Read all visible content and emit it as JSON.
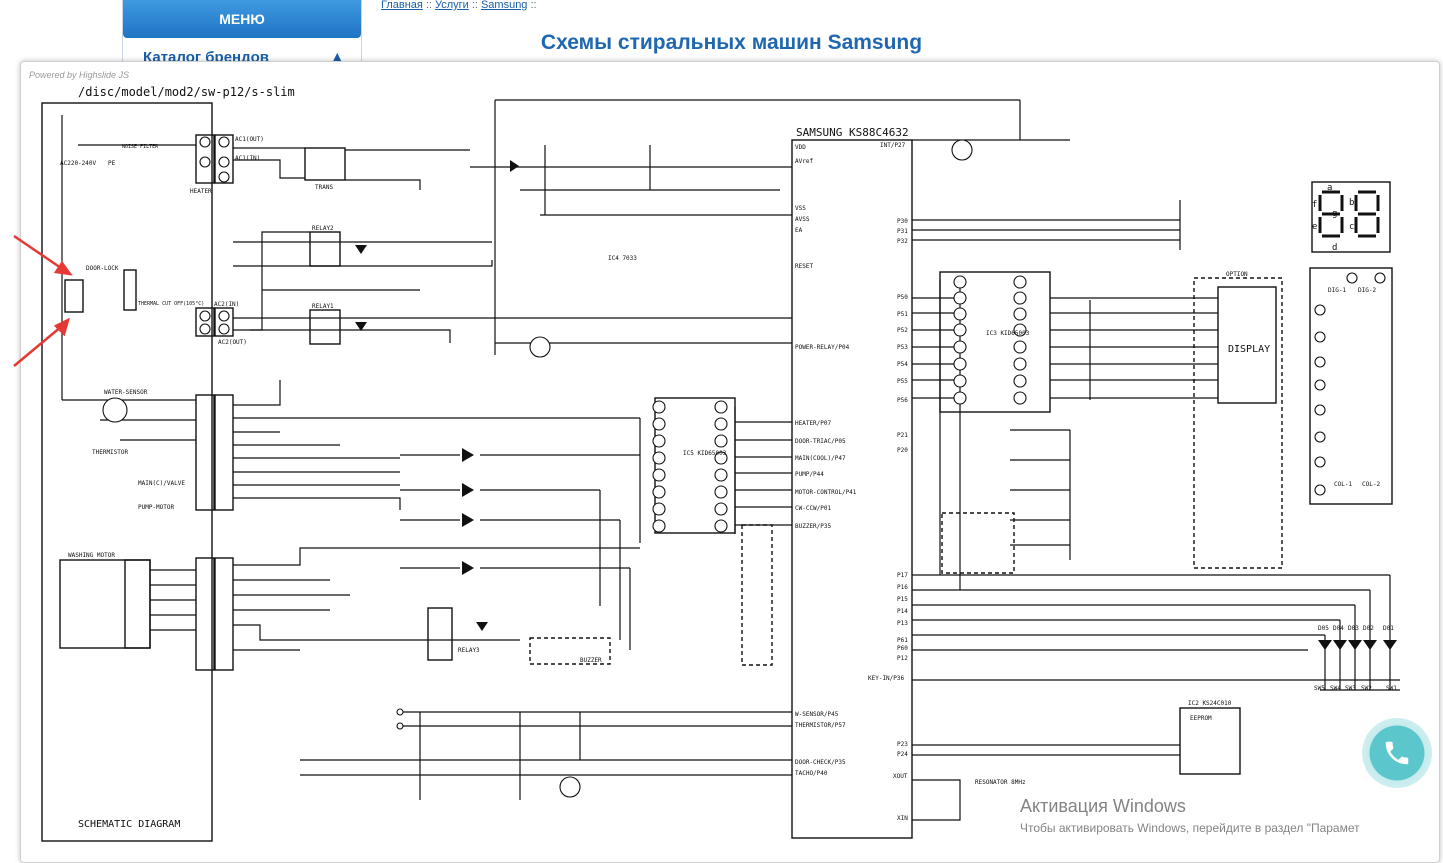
{
  "menu": {
    "header": "МЕНЮ",
    "item": "Каталог брендов",
    "item_arrow": "▲"
  },
  "breadcrumb": {
    "items": [
      "Главная",
      "Услуги",
      "Samsung"
    ],
    "separator": "::"
  },
  "page_title": "Схемы стиральных машин Samsung",
  "popup": {
    "powered_by": "Powered by Highslide JS"
  },
  "schematic": {
    "path": "/disc/model/mod2/sw-p12/s-slim",
    "title": "SCHEMATIC DIAGRAM",
    "mcu": "SAMSUNG  KS88C4632",
    "display": "DISPLAY",
    "labels": {
      "ac": "AC220-240V",
      "pe": "PE",
      "noise_filter": "NOISE FILTER",
      "heater": "HEATER",
      "door_lock": "DOOR-LOCK",
      "thermal": "THERMAL CUT OFF(105°C)",
      "water_sensor": "WATER-SENSOR",
      "thermistor": "THERMISTOR",
      "main_valve": "MAIN(C)/VALVE",
      "pump_motor": "PUMP-MOTOR",
      "washing_motor": "WASHING MOTOR",
      "trans": "TRANS",
      "relay2": "RELAY2",
      "relay1": "RELAY1",
      "relay3": "RELAY3",
      "buzzer": "BUZZER",
      "option": "OPTION",
      "ic3": "IC3 KID65003",
      "ic5": "IC5 KID65003",
      "ic2": "IC2 KS24C010",
      "eeprom": "EEPROM",
      "resonator": "RESONATOR 8MHz",
      "ic4": "IC4 7033",
      "ac1_out": "AC1(OUT)",
      "ac1_in": "AC1(IN)",
      "ac2_in": "AC2(IN)",
      "ac2_out": "AC2(OUT)",
      "seg_a": "a",
      "seg_b": "b",
      "seg_c": "c",
      "seg_d": "d",
      "seg_e": "e",
      "seg_f": "f",
      "seg_g": "g",
      "dig1": "DIG-1",
      "dig2": "DIG-2",
      "col1": "COL-1",
      "col2": "COL-2"
    },
    "pins_right": [
      "VDD",
      "AVref",
      "VSS",
      "AVSS",
      "EA",
      "RESET",
      "POWER-RELAY/P04",
      "HEATER/P07",
      "DOOR-TRIAC/P05",
      "MAIN(COOL)/P47",
      "PUMP/P44",
      "MOTOR-CONTROL/P41",
      "CW-CCW/P01",
      "BUZZER/P35",
      "W-SENSOR/P45",
      "THERMISTOR/P57",
      "DOOR-CHECK/P35",
      "TACHO/P40"
    ],
    "pins_left": [
      "INT/P27",
      "P30",
      "P31",
      "P32",
      "P50",
      "P51",
      "P52",
      "P53",
      "P54",
      "P55",
      "P56",
      "P21",
      "P20",
      "P17",
      "P16",
      "P15",
      "P14",
      "P13",
      "P61",
      "P60",
      "P12",
      "KEY-IN/P36",
      "P23",
      "P24",
      "XOUT",
      "XIN"
    ],
    "switches": [
      "SW5",
      "SW4",
      "SW3",
      "SW2",
      "SW1"
    ],
    "diodes": [
      "D05",
      "D04",
      "D03",
      "D02",
      "D01"
    ]
  },
  "windows": {
    "activation_title": "Активация Windows",
    "activation_text": "Чтобы активировать Windows, перейдите в раздел \"Парамет"
  },
  "colors": {
    "accent": "#1f74c4",
    "title": "#1f67b0",
    "arrow": "#e53935",
    "call": "#5bc7cd"
  }
}
